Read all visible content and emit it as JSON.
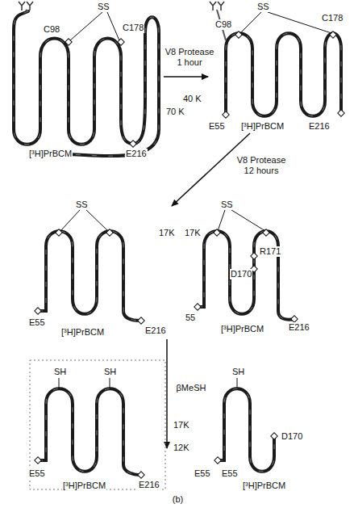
{
  "diagram": {
    "caption": "(b)",
    "nodes": [
      {
        "text": [
          "SS",
          "C98",
          "C178",
          "E216",
          "[³H]PrBCM"
        ]
      },
      {
        "text": [
          "SS",
          "C98",
          "C178",
          "E55",
          "E216",
          "[³H]PrBCM"
        ]
      },
      {
        "text": [
          "SS",
          "E55",
          "E216",
          "[³H]PrBCM"
        ]
      },
      {
        "text": [
          "SS",
          "R171",
          "D170",
          "55",
          "E216",
          "[³H]PrBCM"
        ]
      },
      {
        "text": [
          "SH",
          "SH",
          "E55",
          "E216",
          "[³H]PrBCM"
        ]
      },
      {
        "text": [
          "SH",
          "D170",
          "E55",
          "E55",
          "[³H]PrBCM"
        ]
      }
    ],
    "edges": [
      {
        "from": 0,
        "to": 1,
        "label": "V8 Protease 1 hour",
        "arrow": "to"
      },
      {
        "from": 1,
        "to": 2,
        "label": "V8 Protease 12 hours",
        "arrow": "to"
      },
      {
        "from": 2,
        "to": 4,
        "label": "βMeSH",
        "arrow": "to"
      }
    ],
    "labels": [
      "70 K",
      "40 K",
      "17K",
      "17K",
      "17K",
      "12K"
    ]
  }
}
